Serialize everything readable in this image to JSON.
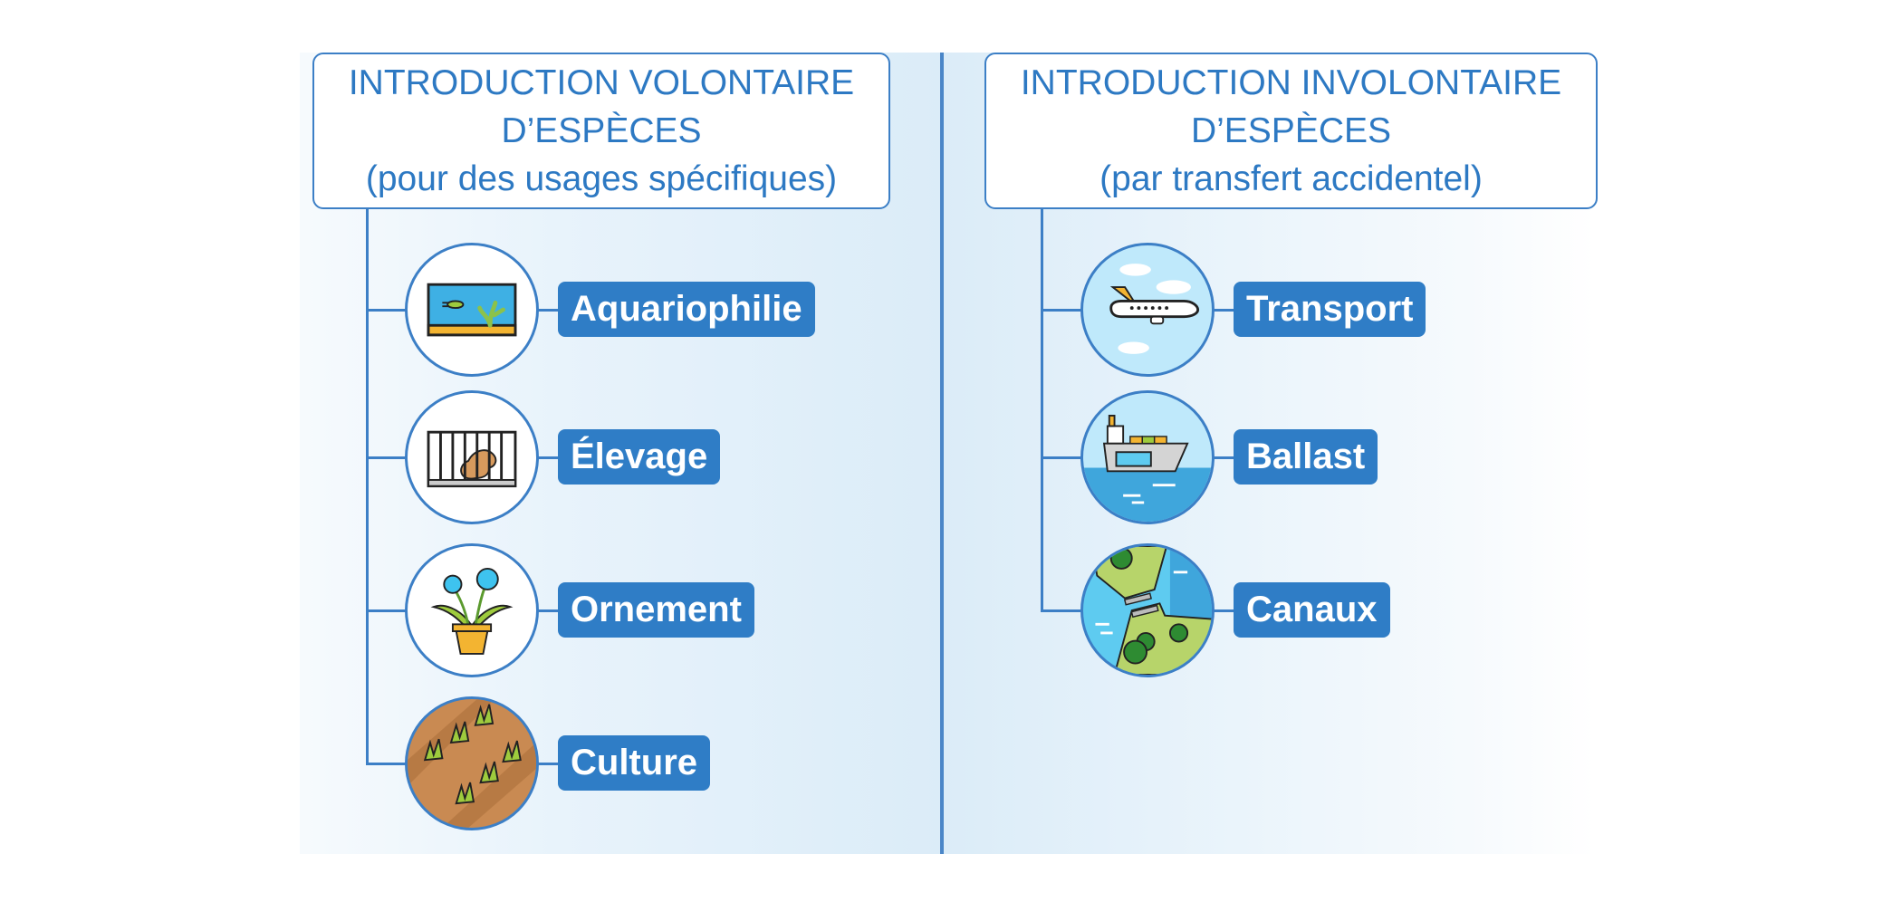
{
  "colors": {
    "accent": "#2f7dc6",
    "line": "#3c7fc6",
    "header_text": "#2d79c3",
    "panel_bg": "#e3f0fa"
  },
  "left": {
    "header": {
      "line1": "INTRODUCTION VOLONTAIRE",
      "line2": "D’ESPÈCES",
      "line3": "(pour des usages spécifiques)"
    },
    "items": [
      {
        "label": "Aquariophilie",
        "icon": "aquarium-icon"
      },
      {
        "label": "Élevage",
        "icon": "caged-animal-icon"
      },
      {
        "label": "Ornement",
        "icon": "potted-flower-icon"
      },
      {
        "label": "Culture",
        "icon": "crop-field-icon"
      }
    ]
  },
  "right": {
    "header": {
      "line1": "INTRODUCTION INVOLONTAIRE",
      "line2": "D’ESPÈCES",
      "line3": "(par transfert accidentel)"
    },
    "items": [
      {
        "label": "Transport",
        "icon": "airplane-icon"
      },
      {
        "label": "Ballast",
        "icon": "cargo-ship-icon"
      },
      {
        "label": "Canaux",
        "icon": "canal-icon"
      }
    ]
  }
}
